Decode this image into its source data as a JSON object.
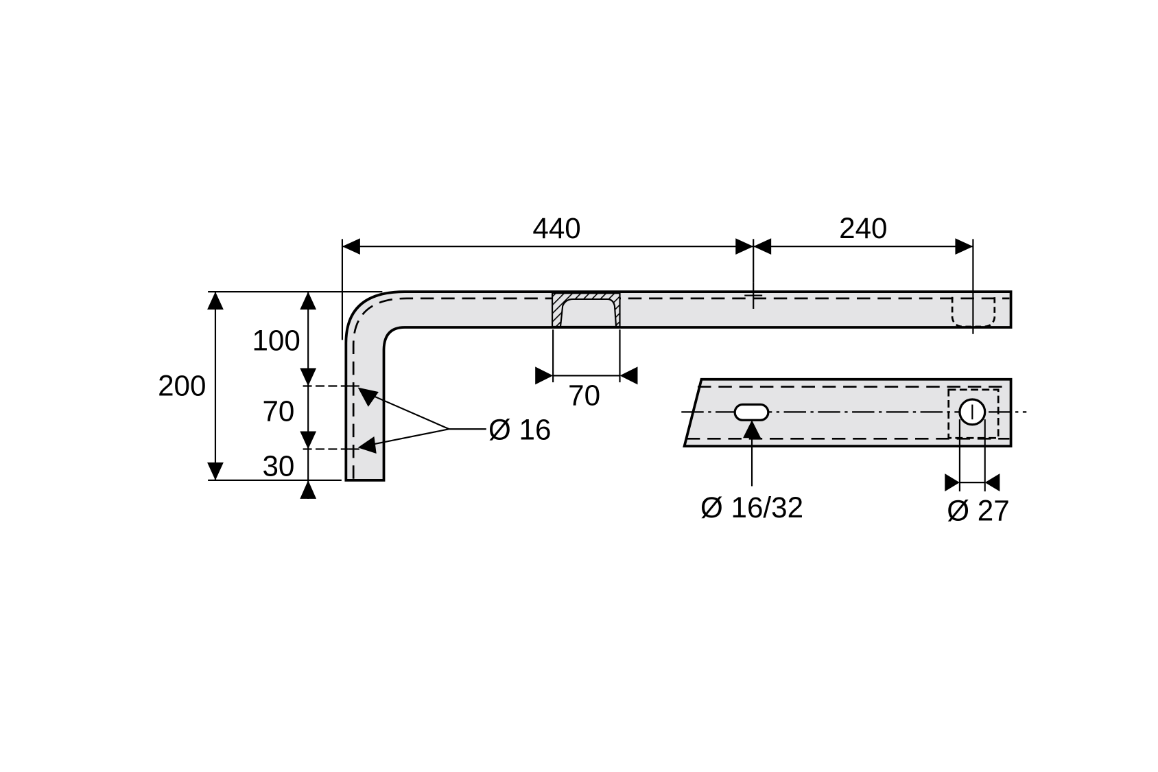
{
  "drawing": {
    "dimensions": {
      "length_440": "440",
      "length_240": "240",
      "height_200": "200",
      "height_100": "100",
      "height_70": "70",
      "height_30": "30",
      "cutout_70": "70",
      "hole_16": "Ø 16",
      "slot_16_32": "Ø 16/32",
      "hole_27": "Ø 27"
    },
    "colors": {
      "part_fill": "#e4e4e6",
      "line": "#000000"
    }
  }
}
